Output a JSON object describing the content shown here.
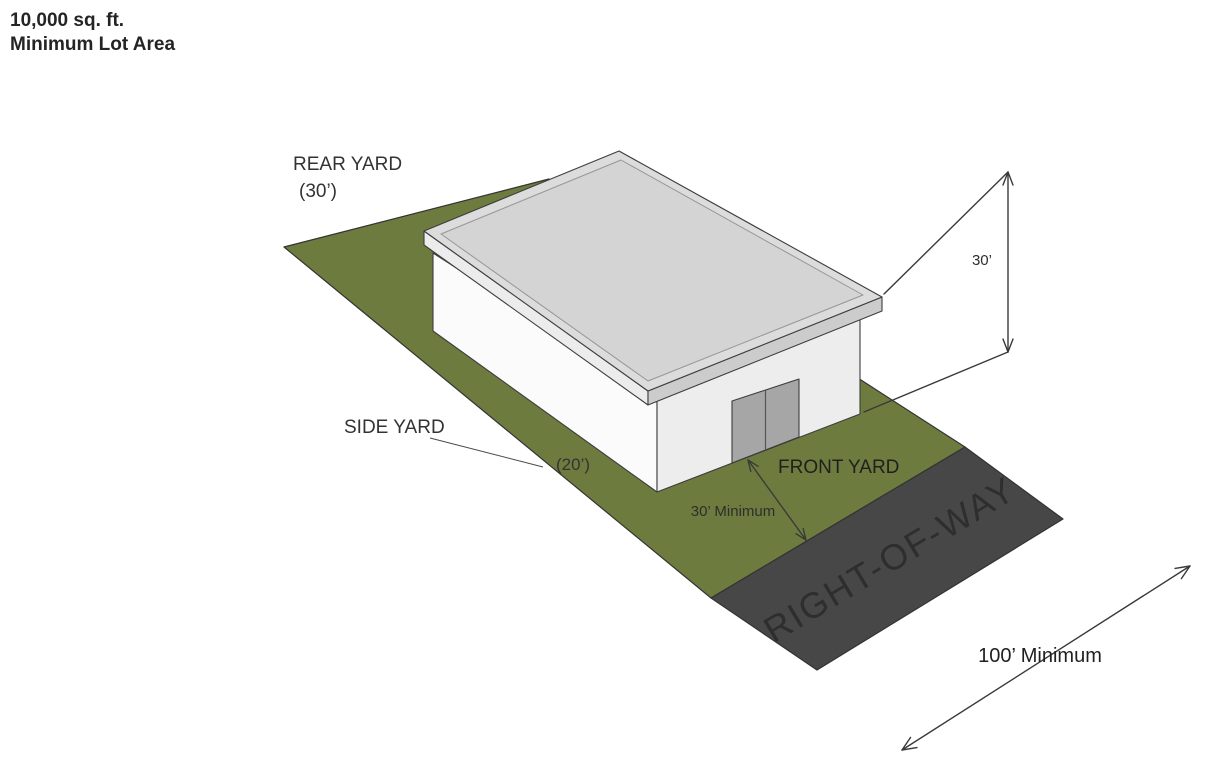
{
  "title": {
    "line1": "10,000 sq. ft.",
    "line2": "Minimum Lot Area"
  },
  "areas": {
    "rear_yard": {
      "label": "REAR YARD",
      "dimension": "(30’)"
    },
    "side_yard": {
      "label": "SIDE YARD",
      "dimension": "(20’)"
    },
    "front_yard": {
      "label": "FRONT YARD",
      "setback_note": "30’ Minimum"
    },
    "right_of_way": {
      "label": "RIGHT-OF-WAY"
    }
  },
  "dimensions": {
    "building_height": "30’",
    "lot_frontage": "100’ Minimum"
  },
  "colors": {
    "lot_green": "#6d7c3e",
    "road_gray": "#474747",
    "roof_gray": "#dcdcdc",
    "roof_inner_gray": "#d4d4d4",
    "fascia_light": "#ececec",
    "fascia_shade": "#cccccc",
    "wall_light": "#fbfbfb",
    "wall_front": "#ededed",
    "door_gray": "#a6a6a6",
    "row_text": "#f8f8f8"
  }
}
